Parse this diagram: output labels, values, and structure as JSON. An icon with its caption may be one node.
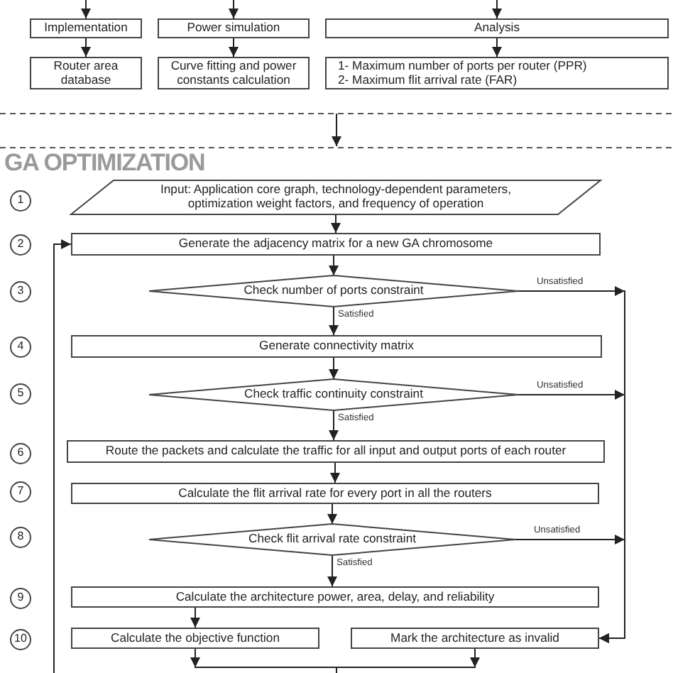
{
  "diagram": {
    "title": "GA OPTIMIZATION",
    "nodes": [
      {
        "text": [
          "Implementation"
        ]
      },
      {
        "text": [
          "Power simulation"
        ]
      },
      {
        "text": [
          "Analysis"
        ]
      },
      {
        "text": [
          "Router area database"
        ]
      },
      {
        "text": [
          "Curve fitting and power constants calculation"
        ]
      },
      {
        "text": [
          "1- Maximum number of ports per router (PPR)",
          "2- Maximum flit arrival rate (FAR)"
        ]
      },
      {
        "text": [
          "Input: Application core graph, technology-dependent parameters, optimization weight factors, and frequency of operation"
        ]
      },
      {
        "text": [
          "Generate the adjacency matrix for a new GA chromosome"
        ]
      },
      {
        "text": [
          "Check number of ports constraint"
        ]
      },
      {
        "text": [
          "Generate connectivity matrix"
        ]
      },
      {
        "text": [
          "Check traffic continuity constraint"
        ]
      },
      {
        "text": [
          "Route the packets and calculate the traffic for all input and output ports of each router"
        ]
      },
      {
        "text": [
          "Calculate the flit arrival rate for every port in all the routers"
        ]
      },
      {
        "text": [
          "Check flit arrival rate constraint"
        ]
      },
      {
        "text": [
          "Calculate the architecture power, area, delay, and reliability"
        ]
      },
      {
        "text": [
          "Calculate the objective function"
        ]
      },
      {
        "text": [
          "Mark the architecture as invalid"
        ]
      },
      {
        "text": [
          "1"
        ]
      },
      {
        "text": [
          "2"
        ]
      },
      {
        "text": [
          "3"
        ]
      },
      {
        "text": [
          "4"
        ]
      },
      {
        "text": [
          "5"
        ]
      },
      {
        "text": [
          "6"
        ]
      },
      {
        "text": [
          "7"
        ]
      },
      {
        "text": [
          "8"
        ]
      },
      {
        "text": [
          "9"
        ]
      },
      {
        "text": [
          "10"
        ]
      }
    ],
    "edges": [
      {
        "from": null,
        "to": 0,
        "arrow": "to"
      },
      {
        "from": null,
        "to": 1,
        "arrow": "to"
      },
      {
        "from": null,
        "to": 2,
        "arrow": "to"
      },
      {
        "from": 0,
        "to": 3,
        "arrow": "to"
      },
      {
        "from": 1,
        "to": 4,
        "arrow": "to"
      },
      {
        "from": 2,
        "to": 5,
        "arrow": "to"
      },
      {
        "from": 6,
        "to": 7,
        "arrow": "to"
      },
      {
        "from": 7,
        "to": 8,
        "arrow": "to"
      },
      {
        "from": 8,
        "to": 9,
        "arrow": "to",
        "label": "Satisfied"
      },
      {
        "from": 8,
        "to": 16,
        "arrow": "to",
        "label": "Unsatisfied"
      },
      {
        "from": 9,
        "to": 10,
        "arrow": "to"
      },
      {
        "from": 10,
        "to": 11,
        "arrow": "to",
        "label": "Satisfied"
      },
      {
        "from": 10,
        "to": 16,
        "arrow": "to",
        "label": "Unsatisfied"
      },
      {
        "from": 11,
        "to": 12,
        "arrow": "to"
      },
      {
        "from": 12,
        "to": 13,
        "arrow": "to"
      },
      {
        "from": 13,
        "to": 14,
        "arrow": "to",
        "label": "Satisfied"
      },
      {
        "from": 13,
        "to": 16,
        "arrow": "to",
        "label": "Unsatisfied"
      },
      {
        "from": 14,
        "to": 15,
        "arrow": "to"
      },
      {
        "from": 15,
        "to": null,
        "arrow": "to"
      },
      {
        "from": 16,
        "to": null,
        "arrow": "to"
      },
      {
        "from": null,
        "to": 7,
        "arrow": "to"
      }
    ]
  }
}
